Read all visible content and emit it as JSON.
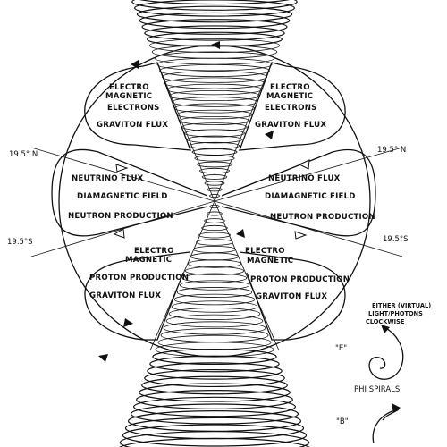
{
  "lobes": {
    "upper_left": {
      "line1": "ELECTRO",
      "line2": "MAGNETIC",
      "line3": "ELECTRONS",
      "line4": "GRAVITON FLUX"
    },
    "upper_right": {
      "line1": "ELECTRO",
      "line2": "MAGNETIC",
      "line3": "ELECTRONS",
      "line4": "GRAVITON FLUX"
    },
    "mid_left": {
      "line1": "NEUTRINO FLUX",
      "line2": "DIAMAGNETIC FIELD",
      "line3": "NEUTRON PRODUCTION"
    },
    "mid_right": {
      "line1": "NEUTRINO FLUX",
      "line2": "DIAMAGNETIC FIELD",
      "line3": "NEUTRON PRODUCTION"
    },
    "lower_left": {
      "line1": "ELECTRO",
      "line2": "MAGNETIC",
      "line3": "PROTON PRODUCTION",
      "line4": "GRAVITON FLUX"
    },
    "lower_right": {
      "line1": "ELECTRO",
      "line2": "MAGNETIC",
      "line3": "PROTON PRODUCTION",
      "line4": "GRAVITON FLUX"
    }
  },
  "latitudes": {
    "north_left": "19.5° N",
    "north_right": "19.5° N",
    "south_left": "19.5°S",
    "south_right": "19.5°S"
  },
  "legend": {
    "note_line1": "EITHER (VIRTUAL)",
    "note_line2": "LIGHT/PHOTONS",
    "note_line3": "CLOCKWISE",
    "spiral_e_label": "\"E\"",
    "phi_label": "PHI SPIRALS",
    "spiral_b_label": "\"B\""
  }
}
